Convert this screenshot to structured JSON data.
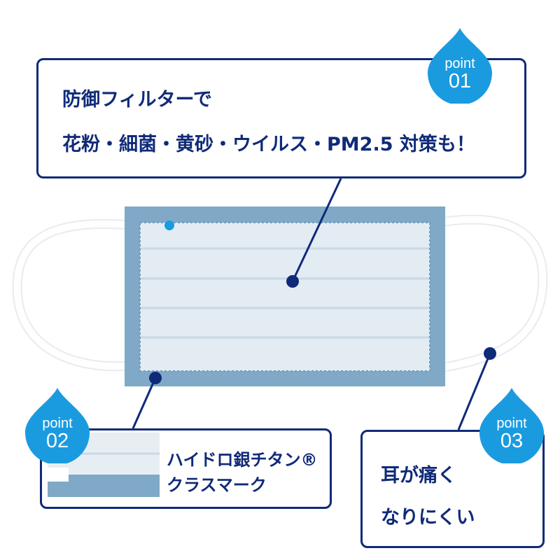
{
  "points": [
    {
      "label": "point",
      "number": "01",
      "lines": [
        "防御フィルターで",
        "花粉・細菌・黄砂・ウイルス・PM2.5 対策も！"
      ]
    },
    {
      "label": "point",
      "number": "02",
      "lines": [
        "ハイドロ銀チタン®",
        "クラスマーク"
      ]
    },
    {
      "label": "point",
      "number": "03",
      "lines": [
        "耳が痛く",
        "なりにくい"
      ]
    }
  ],
  "colors": {
    "navy": "#0f2a78",
    "drop": "#1a9be0",
    "mask": "#7fa9c6"
  }
}
